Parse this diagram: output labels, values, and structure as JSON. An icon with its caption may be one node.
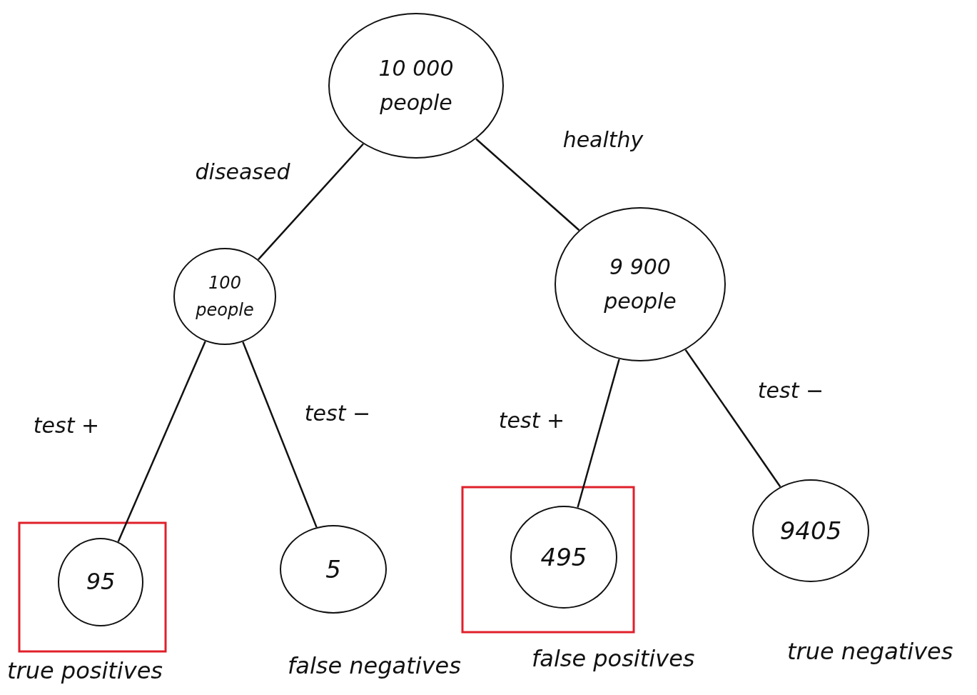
{
  "diagram": {
    "nodes": [
      {
        "text": [
          "10 000 people"
        ]
      },
      {
        "text": [
          "100 people"
        ]
      },
      {
        "text": [
          "9 900 people"
        ]
      },
      {
        "text": [
          "95"
        ],
        "beside": [
          "true positives"
        ]
      },
      {
        "text": [
          "5"
        ],
        "beside": [
          "false negatives"
        ]
      },
      {
        "text": [
          "495"
        ],
        "beside": [
          "false positives"
        ]
      },
      {
        "text": [
          "9405"
        ],
        "beside": [
          "true negatives"
        ]
      }
    ],
    "edges": [
      {
        "from": 0,
        "to": 1,
        "arrow": "none",
        "label": "diseased"
      },
      {
        "from": 0,
        "to": 2,
        "arrow": "none",
        "label": "healthy"
      },
      {
        "from": 1,
        "to": 3,
        "arrow": "none",
        "label": "test +"
      },
      {
        "from": 1,
        "to": 4,
        "arrow": "none",
        "label": "test −"
      },
      {
        "from": 2,
        "to": 5,
        "arrow": "none",
        "label": "test +"
      },
      {
        "from": 2,
        "to": 6,
        "arrow": "none",
        "label": "test −"
      }
    ]
  }
}
